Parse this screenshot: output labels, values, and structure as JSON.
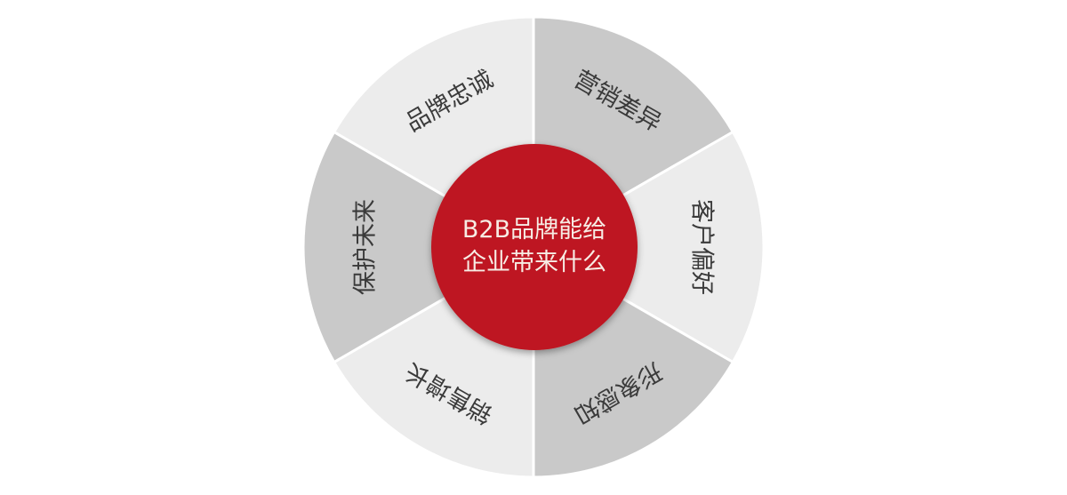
{
  "diagram": {
    "type": "radial-wheel",
    "center": {
      "line1": "B2B品牌能给",
      "line2": "企业带来什么",
      "color": "#be1820"
    },
    "segments": [
      {
        "label": "营销差异",
        "color": "#c9c9c9"
      },
      {
        "label": "客户偏好",
        "color": "#ececec"
      },
      {
        "label": "形象感知",
        "color": "#c9c9c9"
      },
      {
        "label": "销售增长",
        "color": "#ececec"
      },
      {
        "label": "保护未来",
        "color": "#c9c9c9"
      },
      {
        "label": "品牌忠诚",
        "color": "#ececec"
      }
    ],
    "divider_color": "#ffffff"
  }
}
